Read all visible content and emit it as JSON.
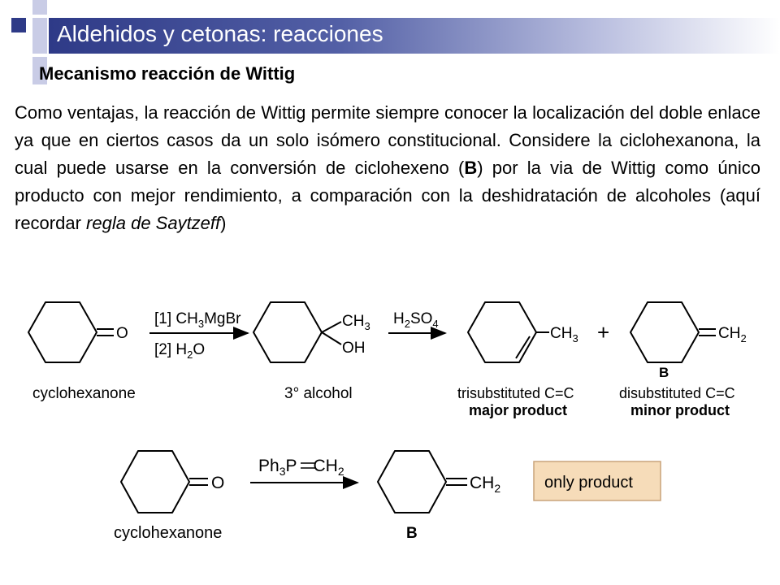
{
  "slide": {
    "title": "Aldehidos y cetonas: reacciones",
    "subtitle": "Mecanismo reacción de Wittig",
    "paragraph": {
      "t1": "Como ventajas, la reacción de Wittig permite siempre conocer la localización del doble enlace ya que en ciertos casos da un solo isómero constitucional. Considere la ciclohexanona, la cual puede usarse en la conversión de ciclohexeno (",
      "b1": "B",
      "t2": ") por la via de Wittig como único producto con mejor rendimiento, a comparación con la deshidratación de alcoholes (aquí recordar ",
      "i1": "regla de Saytzeff",
      "t3": ")"
    }
  },
  "scheme1": {
    "reactant_label": "cyclohexanone",
    "reactant_o": "O",
    "step1_prefix": "[1] CH",
    "step1_sub": "3",
    "step1_suffix": "MgBr",
    "step2_prefix": "[2] H",
    "step2_sub": "2",
    "step2_suffix": "O",
    "alcohol_label": "3° alcohol",
    "alcohol_ch": "CH",
    "alcohol_ch_sub": "3",
    "alcohol_oh": "OH",
    "acid_h": "H",
    "acid_h_sub": "2",
    "acid_so": "SO",
    "acid_so_sub": "4",
    "product1_ch": "CH",
    "product1_sub": "3",
    "plus": "+",
    "product2_ch": "CH",
    "product2_sub": "2",
    "product2_letter": "B",
    "product1_label": "trisubstituted C=C",
    "product1_note": "major product",
    "product2_label": "disubstituted C=C",
    "product2_note": "minor product"
  },
  "scheme2": {
    "reactant_label": "cyclohexanone",
    "reactant_o": "O",
    "reagent_ph": "Ph",
    "reagent_ph_sub": "3",
    "reagent_p": "P",
    "reagent_ch": "CH",
    "reagent_ch_sub": "2",
    "product_ch": "CH",
    "product_sub": "2",
    "product_letter": "B",
    "only_product": "only product"
  },
  "colors": {
    "title_bar": "#2e3a87",
    "deco_blue": "#2e3a87",
    "deco_light": "#c9cce6",
    "only_product_bg": "#f6dcb9",
    "only_product_border": "#c9a37a"
  }
}
